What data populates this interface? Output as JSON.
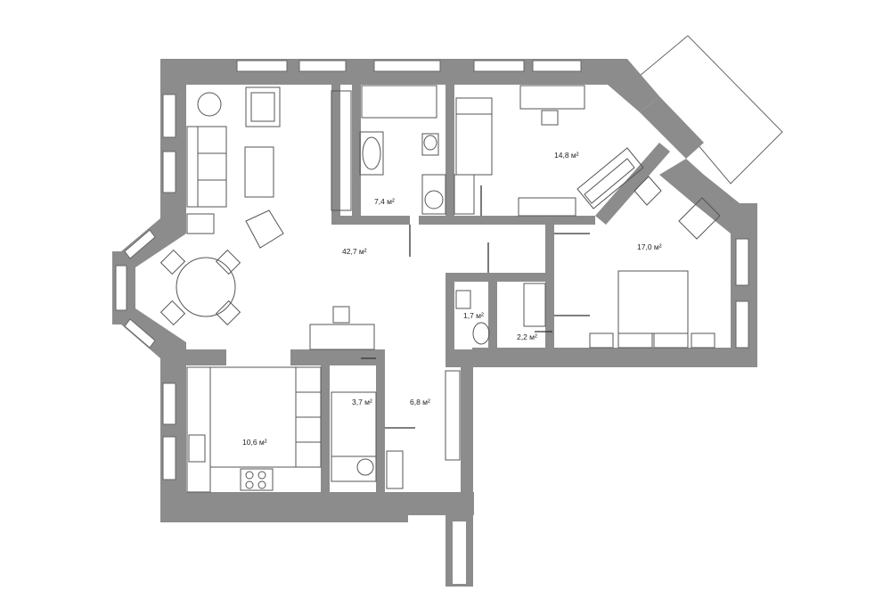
{
  "rooms": [
    {
      "id": "living",
      "area": "42,7 м²"
    },
    {
      "id": "bath",
      "area": "7,4 м²"
    },
    {
      "id": "bedroom-1",
      "area": "14,8 м²"
    },
    {
      "id": "bedroom-2",
      "area": "17,0 м²"
    },
    {
      "id": "wc",
      "area": "1,7 м²"
    },
    {
      "id": "closet",
      "area": "2,2 м²"
    },
    {
      "id": "kitchen",
      "area": "10,6 м²"
    },
    {
      "id": "laundry",
      "area": "3,7 м²"
    },
    {
      "id": "hall",
      "area": "6,8 м²"
    }
  ],
  "colors": {
    "wall": "#8c8c8c",
    "furniture": "#555555",
    "window": "#d9d9d9",
    "background": "#ffffff"
  }
}
